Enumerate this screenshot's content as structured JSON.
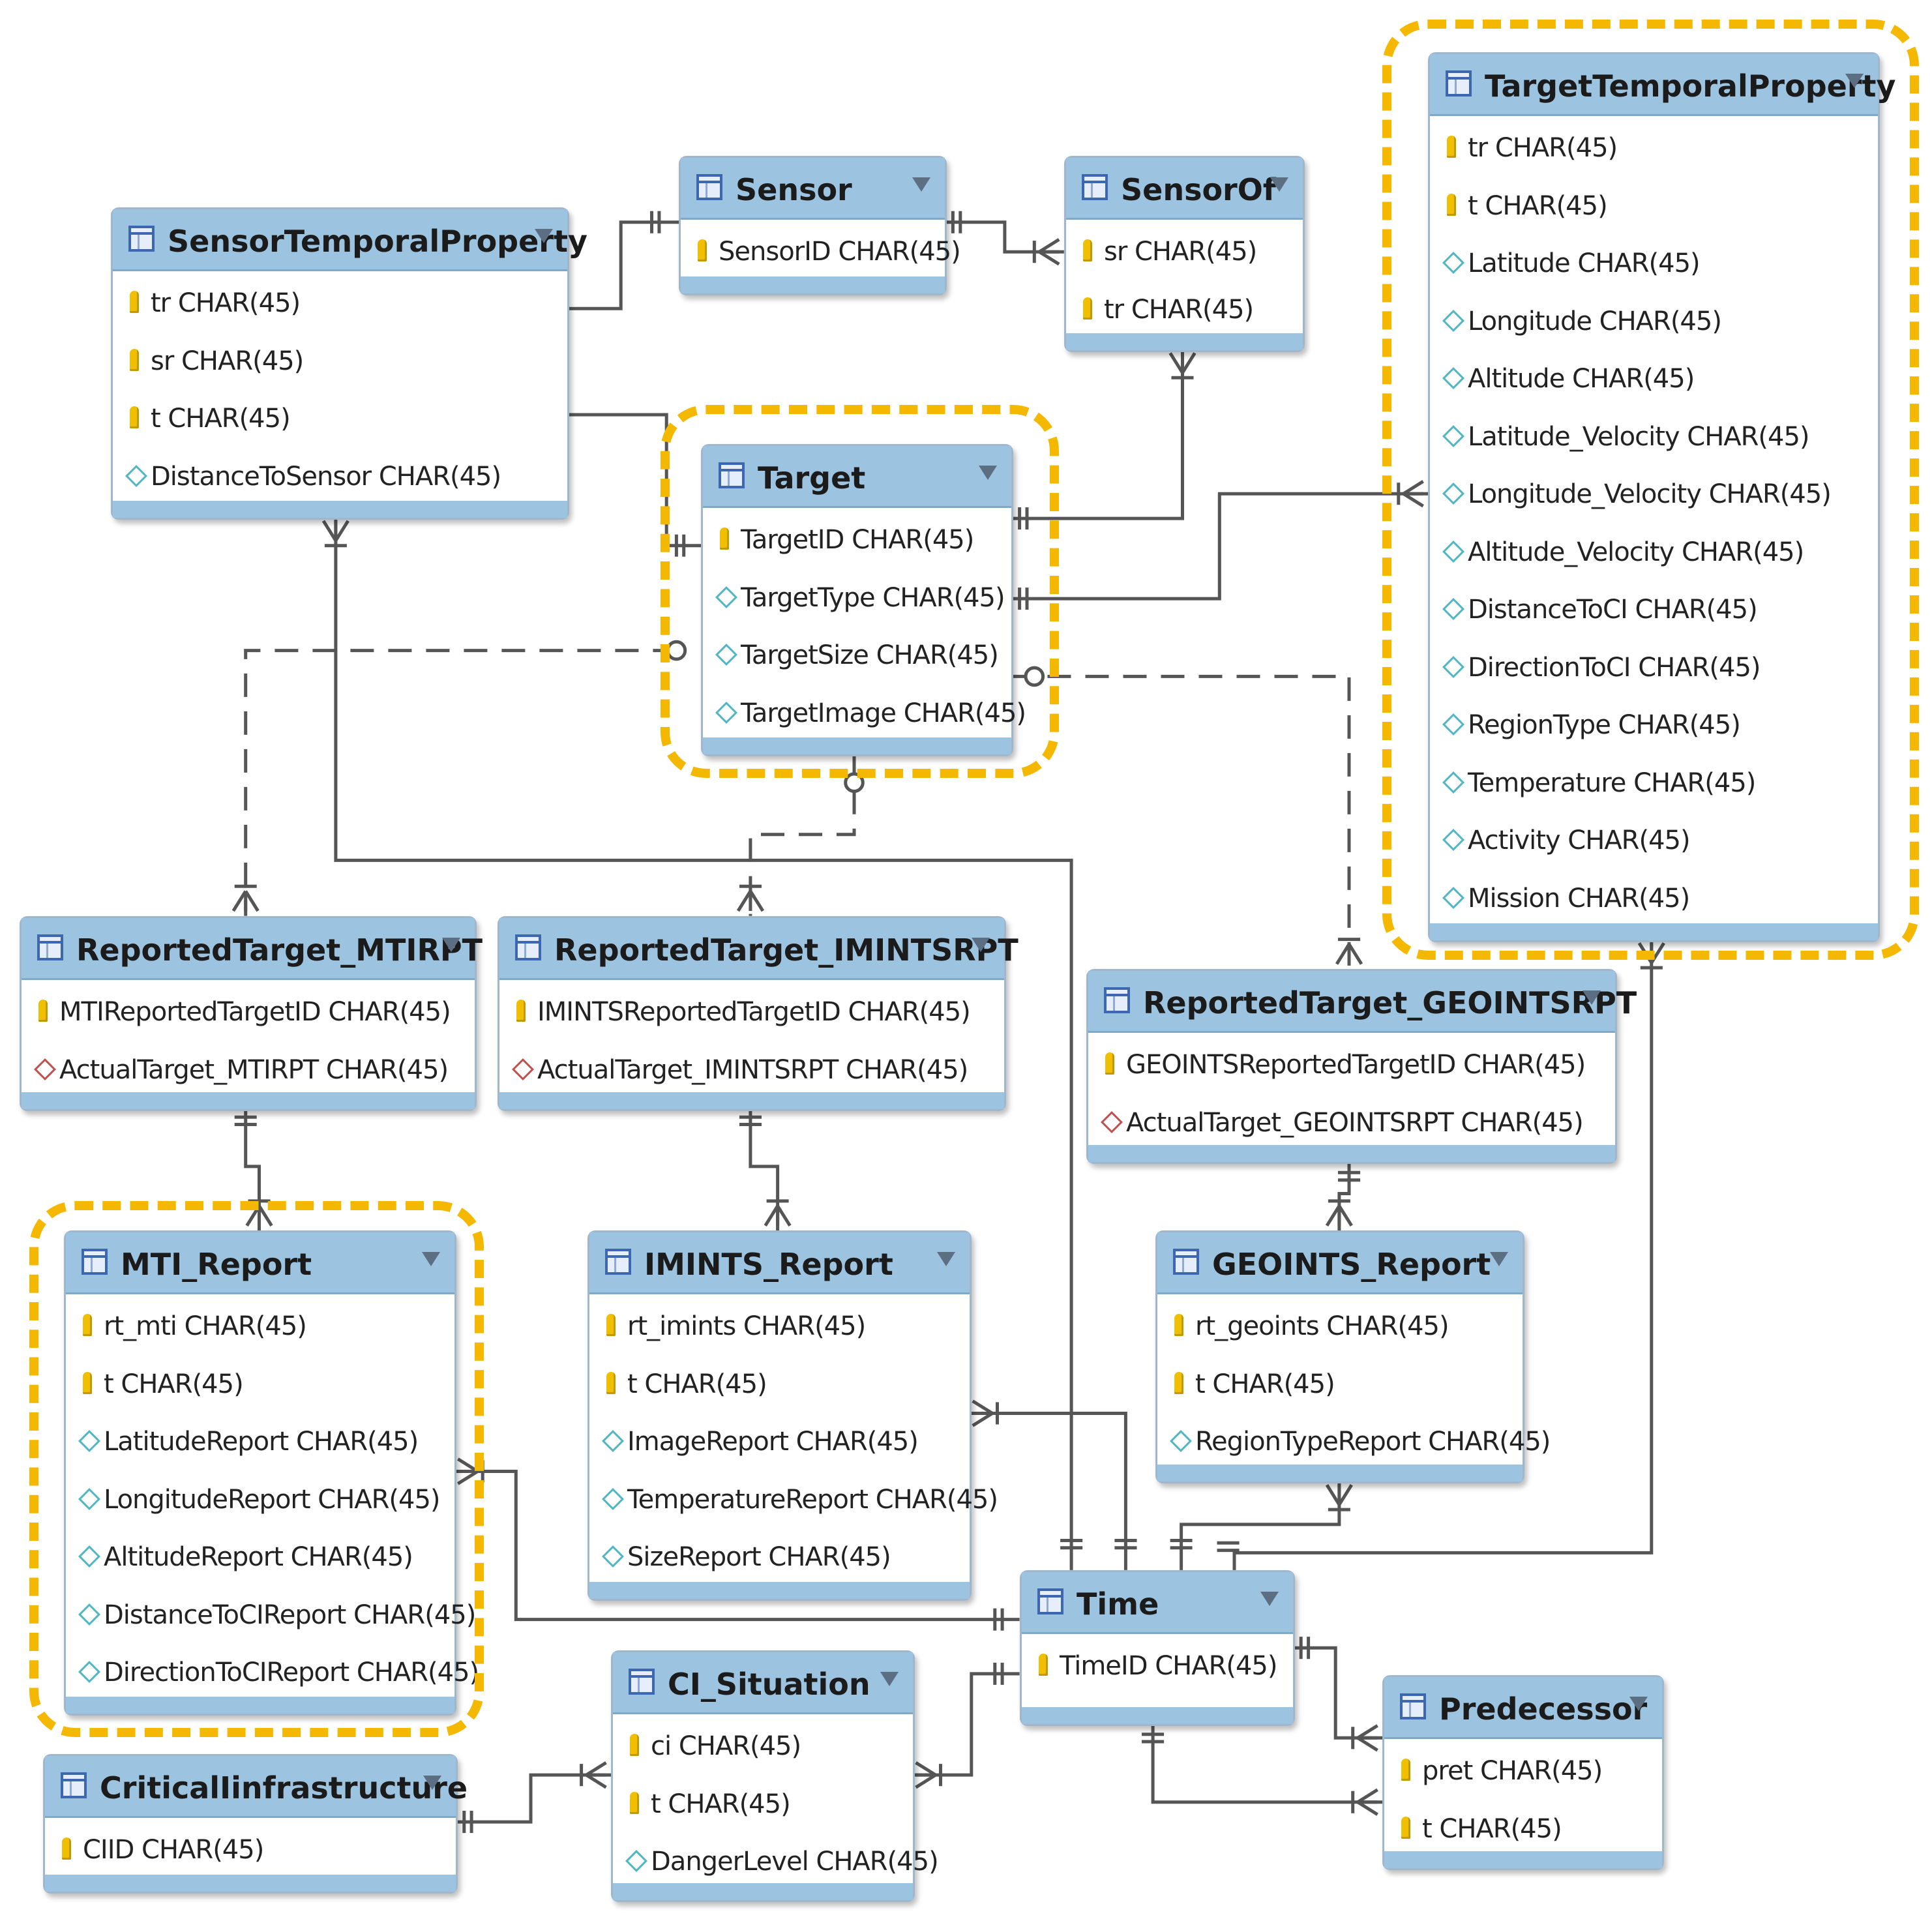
{
  "tables": [
    {
      "name": "SensorTemporalProperty",
      "columns": [
        {
          "text": "tr CHAR(45)",
          "kind": "key"
        },
        {
          "text": "sr CHAR(45)",
          "kind": "key"
        },
        {
          "text": "t CHAR(45)",
          "kind": "key"
        },
        {
          "text": "DistanceToSensor CHAR(45)",
          "kind": "attr"
        }
      ]
    },
    {
      "name": "Sensor",
      "columns": [
        {
          "text": "SensorID CHAR(45)",
          "kind": "key"
        }
      ]
    },
    {
      "name": "SensorOf",
      "columns": [
        {
          "text": "sr CHAR(45)",
          "kind": "key"
        },
        {
          "text": "tr CHAR(45)",
          "kind": "key"
        }
      ]
    },
    {
      "name": "TargetTemporalProperty",
      "columns": [
        {
          "text": "tr CHAR(45)",
          "kind": "key"
        },
        {
          "text": "t CHAR(45)",
          "kind": "key"
        },
        {
          "text": "Latitude CHAR(45)",
          "kind": "attr"
        },
        {
          "text": "Longitude CHAR(45)",
          "kind": "attr"
        },
        {
          "text": "Altitude CHAR(45)",
          "kind": "attr"
        },
        {
          "text": "Latitude_Velocity CHAR(45)",
          "kind": "attr"
        },
        {
          "text": "Longitude_Velocity CHAR(45)",
          "kind": "attr"
        },
        {
          "text": "Altitude_Velocity CHAR(45)",
          "kind": "attr"
        },
        {
          "text": "DistanceToCI CHAR(45)",
          "kind": "attr"
        },
        {
          "text": "DirectionToCI CHAR(45)",
          "kind": "attr"
        },
        {
          "text": "RegionType CHAR(45)",
          "kind": "attr"
        },
        {
          "text": "Temperature CHAR(45)",
          "kind": "attr"
        },
        {
          "text": "Activity CHAR(45)",
          "kind": "attr"
        },
        {
          "text": "Mission CHAR(45)",
          "kind": "attr"
        }
      ]
    },
    {
      "name": "Target",
      "columns": [
        {
          "text": "TargetID CHAR(45)",
          "kind": "key"
        },
        {
          "text": "TargetType CHAR(45)",
          "kind": "attr"
        },
        {
          "text": "TargetSize CHAR(45)",
          "kind": "attr"
        },
        {
          "text": "TargetImage CHAR(45)",
          "kind": "attr"
        }
      ]
    },
    {
      "name": "ReportedTarget_MTIRPT",
      "columns": [
        {
          "text": "MTIReportedTargetID CHAR(45)",
          "kind": "key"
        },
        {
          "text": "ActualTarget_MTIRPT CHAR(45)",
          "kind": "fk"
        }
      ]
    },
    {
      "name": "ReportedTarget_IMINTSRPT",
      "columns": [
        {
          "text": "IMINTSReportedTargetID CHAR(45)",
          "kind": "key"
        },
        {
          "text": "ActualTarget_IMINTSRPT CHAR(45)",
          "kind": "fk"
        }
      ]
    },
    {
      "name": "ReportedTarget_GEOINTSRPT",
      "columns": [
        {
          "text": "GEOINTSReportedTargetID CHAR(45)",
          "kind": "key"
        },
        {
          "text": "ActualTarget_GEOINTSRPT CHAR(45)",
          "kind": "fk"
        }
      ]
    },
    {
      "name": "MTI_Report",
      "columns": [
        {
          "text": "rt_mti CHAR(45)",
          "kind": "key"
        },
        {
          "text": "t CHAR(45)",
          "kind": "key"
        },
        {
          "text": "LatitudeReport CHAR(45)",
          "kind": "attr"
        },
        {
          "text": "LongitudeReport CHAR(45)",
          "kind": "attr"
        },
        {
          "text": "AltitudeReport CHAR(45)",
          "kind": "attr"
        },
        {
          "text": "DistanceToCIReport CHAR(45)",
          "kind": "attr"
        },
        {
          "text": "DirectionToCIReport CHAR(45)",
          "kind": "attr"
        }
      ]
    },
    {
      "name": "IMINTS_Report",
      "columns": [
        {
          "text": "rt_imints CHAR(45)",
          "kind": "key"
        },
        {
          "text": "t CHAR(45)",
          "kind": "key"
        },
        {
          "text": "ImageReport CHAR(45)",
          "kind": "attr"
        },
        {
          "text": "TemperatureReport CHAR(45)",
          "kind": "attr"
        },
        {
          "text": "SizeReport CHAR(45)",
          "kind": "attr"
        }
      ]
    },
    {
      "name": "GEOINTS_Report",
      "columns": [
        {
          "text": "rt_geoints CHAR(45)",
          "kind": "key"
        },
        {
          "text": "t CHAR(45)",
          "kind": "key"
        },
        {
          "text": "RegionTypeReport CHAR(45)",
          "kind": "attr"
        }
      ]
    },
    {
      "name": "Time",
      "columns": [
        {
          "text": "TimeID CHAR(45)",
          "kind": "key"
        }
      ]
    },
    {
      "name": "CI_Situation",
      "columns": [
        {
          "text": "ci CHAR(45)",
          "kind": "key"
        },
        {
          "text": "t CHAR(45)",
          "kind": "key"
        },
        {
          "text": "DangerLevel CHAR(45)",
          "kind": "attr"
        }
      ]
    },
    {
      "name": "CriticalIinfrastructure",
      "columns": [
        {
          "text": "CIID CHAR(45)",
          "kind": "key"
        }
      ]
    },
    {
      "name": "Predecessor",
      "columns": [
        {
          "text": "pret CHAR(45)",
          "kind": "key"
        },
        {
          "text": "t CHAR(45)",
          "kind": "key"
        }
      ]
    }
  ],
  "colors": {
    "header": "#9cc3df",
    "highlight": "#f5b800",
    "connector": "#555555",
    "key_icon": "#f0c000",
    "attribute_icon": "#4fb6c3",
    "foreign_key_icon": "#c0504d"
  },
  "icons": {
    "table": "table-icon",
    "key": "key-icon",
    "attribute": "attribute-diamond-icon",
    "foreign_key": "foreign-key-diamond-icon",
    "menu": "dropdown-arrow-icon"
  }
}
